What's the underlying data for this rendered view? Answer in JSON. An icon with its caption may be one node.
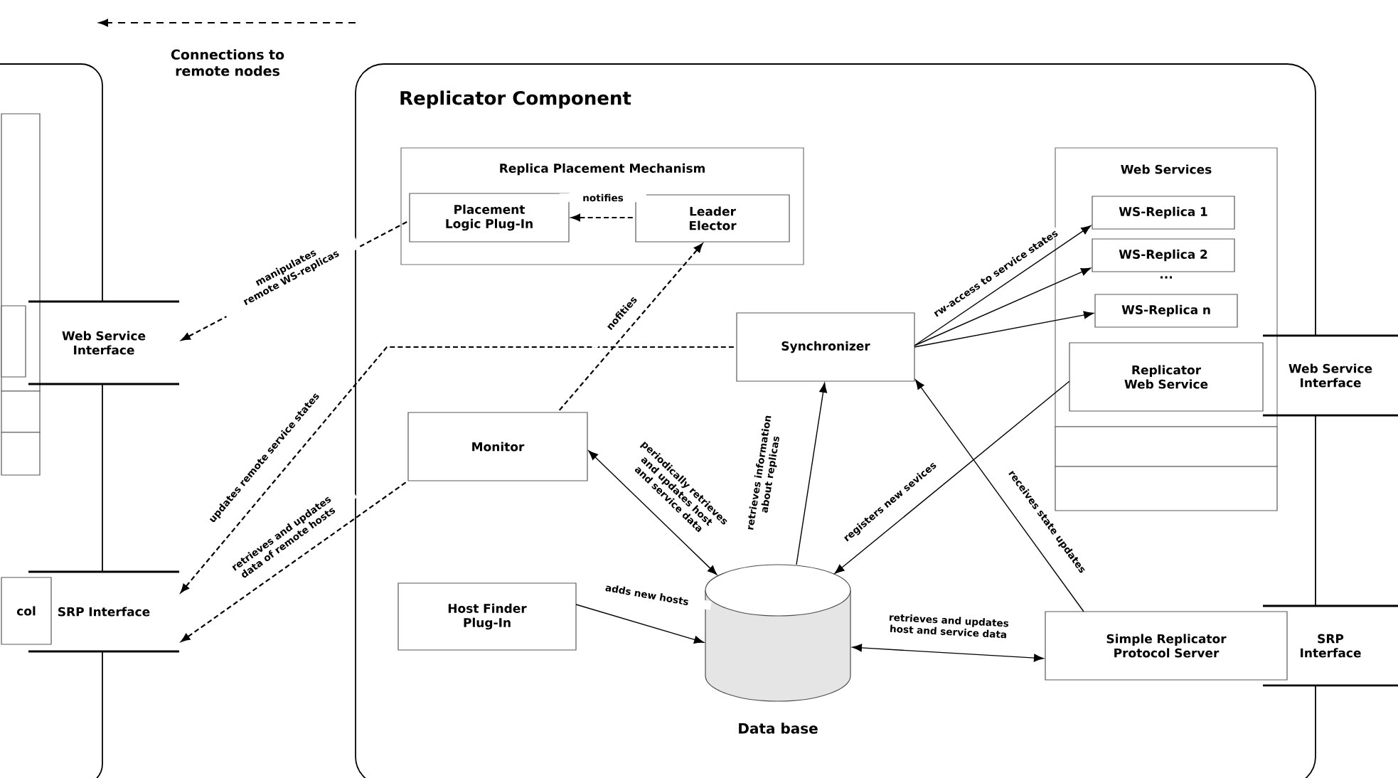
{
  "diagram": {
    "nodes": [
      {
        "text": [],
        "shape": "box"
      },
      {
        "text": [],
        "shape": "box",
        "in": 0
      },
      {
        "text": [],
        "shape": "box",
        "in": 1
      },
      {
        "text": [],
        "shape": "box",
        "in": 0
      },
      {
        "text": [],
        "shape": "box",
        "in": 0
      },
      {
        "text": [
          "col"
        ],
        "in": 0
      },
      {
        "text": [
          "Web Service Interface"
        ]
      },
      {
        "text": [
          "SRP Interface"
        ]
      },
      {
        "text": [
          "Replicator Component"
        ]
      },
      {
        "text": [
          "Replica Placement Mechanism"
        ],
        "in": 8
      },
      {
        "text": [
          "Placement Logic Plug-In"
        ],
        "in": 9
      },
      {
        "text": [
          "Leader Elector"
        ],
        "in": 9
      },
      {
        "text": [
          "Web Services"
        ],
        "in": 8
      },
      {
        "text": [
          "WS-Replica 1"
        ],
        "in": 12
      },
      {
        "text": [
          "WS-Replica 2"
        ],
        "in": 12
      },
      {
        "text": [
          "WS-Replica n"
        ],
        "in": 12
      },
      {
        "text": [
          "Replicator Web Service"
        ],
        "in": 12
      },
      {
        "text": [],
        "shape": "box",
        "in": 8
      },
      {
        "text": [],
        "shape": "box",
        "in": 8
      },
      {
        "text": [
          "Web Service Interface"
        ]
      },
      {
        "text": [
          "Synchronizer"
        ],
        "in": 8
      },
      {
        "text": [
          "Monitor"
        ],
        "in": 8
      },
      {
        "text": [
          "Host Finder Plug-In"
        ],
        "in": 8
      },
      {
        "text": [
          "Data base"
        ],
        "in": 8
      },
      {
        "text": [
          "Simple Replicator Protocol Server"
        ],
        "in": 8
      },
      {
        "text": [
          "SRP Interface"
        ]
      }
    ],
    "edges": [
      {
        "from": 10,
        "to": 6,
        "arrow": "to",
        "style": "dashed",
        "label": "manipulates remote WS-replicas"
      },
      {
        "from": 11,
        "to": 10,
        "arrow": "to",
        "style": "dashed",
        "label": "notifies"
      },
      {
        "from": 21,
        "to": 11,
        "arrow": "to",
        "style": "dashed",
        "label": "nofities"
      },
      {
        "from": 20,
        "to": 7,
        "arrow": "to",
        "style": "dashed",
        "label": "updates remote service states"
      },
      {
        "from": 21,
        "to": 7,
        "arrow": "to",
        "style": "dashed",
        "label": "retrieves and updates data of remote hosts"
      },
      {
        "from": 23,
        "to": 21,
        "arrow": "both",
        "label": "periodically retrieves and updates host and service data"
      },
      {
        "from": 23,
        "to": 20,
        "arrow": "to",
        "label": "retrieves information about replicas"
      },
      {
        "from": 16,
        "to": 23,
        "arrow": "to",
        "label": "registers new sevices"
      },
      {
        "from": 24,
        "to": 20,
        "arrow": "to",
        "label": "receives state updates"
      },
      {
        "from": 22,
        "to": 23,
        "arrow": "to",
        "label": "adds new hosts"
      },
      {
        "from": 23,
        "to": 24,
        "arrow": "both",
        "label": "retrieves and updates host and service data"
      },
      {
        "from": 20,
        "to": 13,
        "arrow": "to",
        "label": "rw-access to service states"
      },
      {
        "from": 20,
        "to": 14,
        "arrow": "to"
      },
      {
        "from": 20,
        "to": 15,
        "arrow": "to"
      }
    ],
    "labels": [
      "..."
    ],
    "legend": [
      {
        "text": "Connections to remote nodes"
      }
    ]
  }
}
